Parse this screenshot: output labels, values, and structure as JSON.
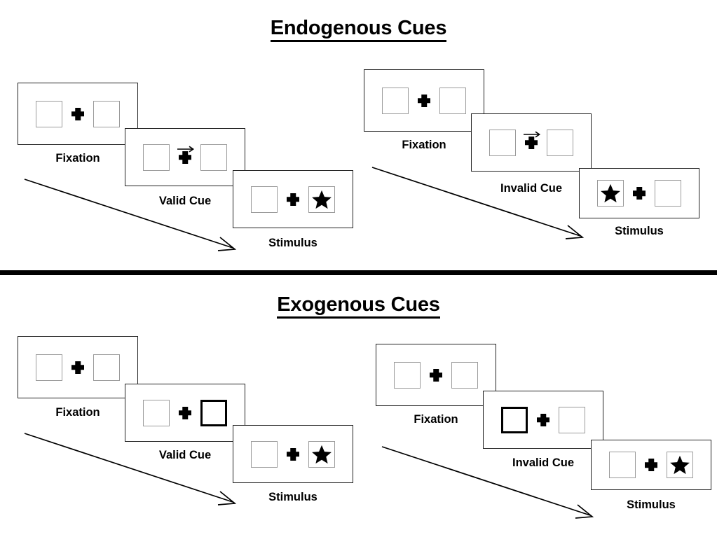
{
  "figure": {
    "background": "#ffffff",
    "box_border_color": "#9b9b9b",
    "cued_box_border_color": "#000000",
    "panel_border_color": "#222222",
    "ink_color": "#000000"
  },
  "sections": [
    {
      "id": "endogenous",
      "title": "Endogenous Cues",
      "conditions": [
        {
          "id": "endogenous-valid",
          "frames": [
            {
              "caption": "Fixation",
              "cue": "none",
              "target": "none"
            },
            {
              "caption": "Valid Cue",
              "cue": "arrow-right",
              "target": "none"
            },
            {
              "caption": "Stimulus",
              "cue": "none",
              "target": "right"
            }
          ]
        },
        {
          "id": "endogenous-invalid",
          "frames": [
            {
              "caption": "Fixation",
              "cue": "none",
              "target": "none"
            },
            {
              "caption": "Invalid Cue",
              "cue": "arrow-right",
              "target": "none"
            },
            {
              "caption": "Stimulus",
              "cue": "none",
              "target": "left"
            }
          ]
        }
      ]
    },
    {
      "id": "exogenous",
      "title": "Exogenous Cues",
      "conditions": [
        {
          "id": "exogenous-valid",
          "frames": [
            {
              "caption": "Fixation",
              "cue": "none",
              "target": "none"
            },
            {
              "caption": "Valid Cue",
              "cue": "highlight-right",
              "target": "none"
            },
            {
              "caption": "Stimulus",
              "cue": "none",
              "target": "right"
            }
          ]
        },
        {
          "id": "exogenous-invalid",
          "frames": [
            {
              "caption": "Fixation",
              "cue": "none",
              "target": "none"
            },
            {
              "caption": "Invalid Cue",
              "cue": "highlight-left",
              "target": "none"
            },
            {
              "caption": "Stimulus",
              "cue": "none",
              "target": "right"
            }
          ]
        }
      ]
    }
  ],
  "timeline_arrows": [
    {
      "id": "timeline-endogenous-valid"
    },
    {
      "id": "timeline-endogenous-invalid"
    },
    {
      "id": "timeline-exogenous-valid"
    },
    {
      "id": "timeline-exogenous-invalid"
    }
  ]
}
